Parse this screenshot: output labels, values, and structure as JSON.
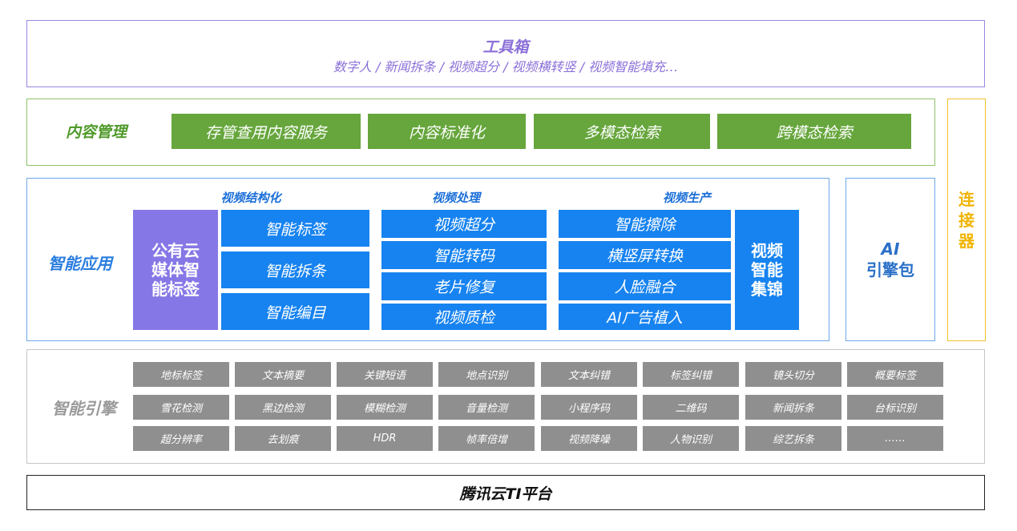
{
  "toolbox": {
    "title": "工具箱",
    "subtitle": "数字人 / 新闻拆条 / 视频超分 / 视频横转竖 / 视频智能填充…"
  },
  "content_management": {
    "label": "内容管理",
    "items": [
      "存管查用内容服务",
      "内容标准化",
      "多模态检索",
      "跨模态检索"
    ]
  },
  "connector": {
    "label": "连接器"
  },
  "intelligent_apps": {
    "label": "智能应用",
    "structuring": {
      "title": "视频结构化",
      "public_cloud_tag": "公有云媒体智能标签",
      "items": [
        "智能标签",
        "智能拆条",
        "智能编目"
      ]
    },
    "processing": {
      "title": "视频处理",
      "items": [
        "视频超分",
        "智能转码",
        "老片修复",
        "视频质检"
      ]
    },
    "production": {
      "title": "视频生产",
      "items": [
        "智能擦除",
        "横竖屏转换",
        "人脸融合",
        "AI广告植入"
      ],
      "collection": "视频智能集锦"
    }
  },
  "ai_engine_pack": {
    "label_line1": "AI",
    "label_line2": "引擎包"
  },
  "intelligent_engine": {
    "label": "智能引擎",
    "rows": [
      [
        "地标标签",
        "文本摘要",
        "关键短语",
        "地点识别",
        "文本纠错",
        "标签纠错",
        "镜头切分",
        "概要标签"
      ],
      [
        "雪花检测",
        "黑边检测",
        "模糊检测",
        "音量检测",
        "小程序码",
        "二维码",
        "新闻拆条",
        "台标识别"
      ],
      [
        "超分辨率",
        "去划痕",
        "HDR",
        "帧率倍增",
        "视频降噪",
        "人物识别",
        "综艺拆条",
        "……"
      ]
    ]
  },
  "platform": {
    "label": "腾讯云TI平台"
  },
  "colors": {
    "toolbox": "#8a6fd8",
    "content_green": "#66a63c",
    "app_blue": "#1783f0",
    "purple_tag": "#8677e6",
    "connector_yellow": "#f0b400",
    "engine_grey": "#8f8f8f"
  }
}
